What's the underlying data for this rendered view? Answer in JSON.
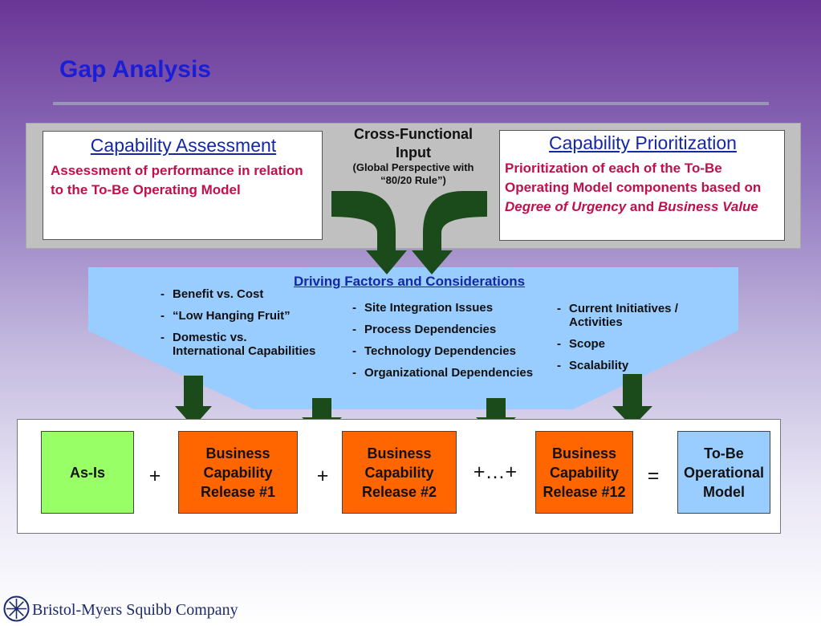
{
  "title": "Gap Analysis",
  "assessment": {
    "title": "Capability Assessment",
    "body": "Assessment of performance in relation to the To-Be Operating Model"
  },
  "cross_functional": {
    "title": "Cross-Functional Input",
    "subtitle": "(Global Perspective with “80/20 Rule”)"
  },
  "prioritization": {
    "title": "Capability Prioritization",
    "body_prefix": "Prioritization of each of the To-Be Operating Model components based on ",
    "urgency": "Degree of Urgency",
    "and": " and ",
    "value": "Business Value"
  },
  "driving": {
    "title": "Driving Factors and Considerations",
    "col1": [
      "Benefit vs. Cost",
      "“Low Hanging Fruit”",
      "Domestic vs. International Capabilities"
    ],
    "col2": [
      "Site Integration Issues",
      "Process Dependencies",
      "Technology Dependencies",
      "Organizational Dependencies"
    ],
    "col3": [
      "Current Initiatives / Activities",
      "Scope",
      "Scalability"
    ]
  },
  "flow": {
    "as_is": "As-Is",
    "release1": "Business Capability Release #1",
    "release2": "Business Capability Release #2",
    "release12": "Business Capability Release #12",
    "to_be": "To-Be Operational Model",
    "plus": "+",
    "plus_ellipsis": "+…+",
    "equals": "="
  },
  "logo": "Bristol-Myers Squibb Company",
  "colors": {
    "arrow": "#1b4a1b",
    "release": "#ff6600",
    "as_is": "#99ff66",
    "to_be": "#99ccff",
    "funnel": "#99ccff",
    "title_blue": "#1a1fd6",
    "accent_red": "#c0104a"
  }
}
